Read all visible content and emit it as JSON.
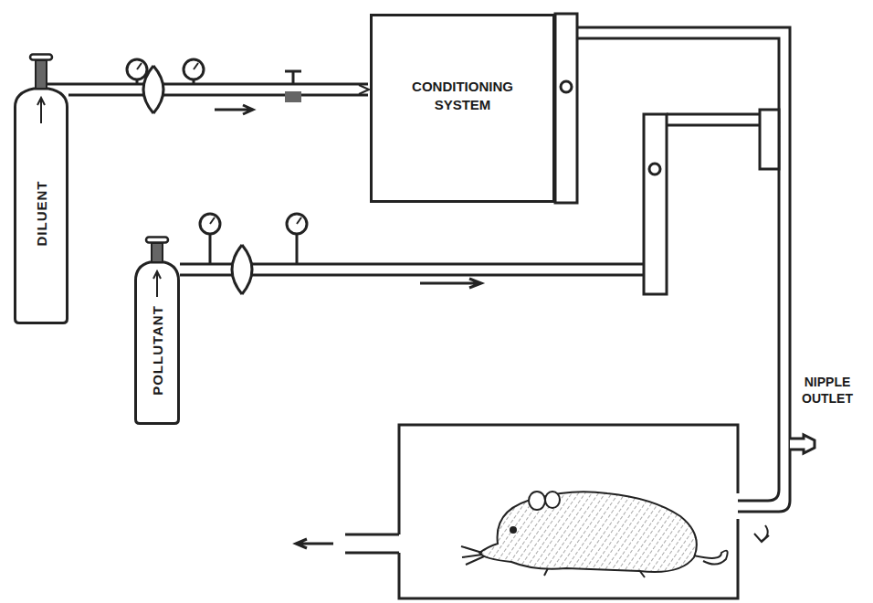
{
  "diagram": {
    "nodes": [
      {
        "text": [
          "DILUENT"
        ]
      },
      {
        "text": [
          "POLLUTANT"
        ]
      },
      {
        "text": [
          "CONDITIONING SYSTEM"
        ]
      }
    ],
    "edges": [
      {
        "from": 0,
        "to": 2,
        "arrow": "to"
      }
    ],
    "labels": [
      "NIPPLE OUTLET"
    ]
  }
}
